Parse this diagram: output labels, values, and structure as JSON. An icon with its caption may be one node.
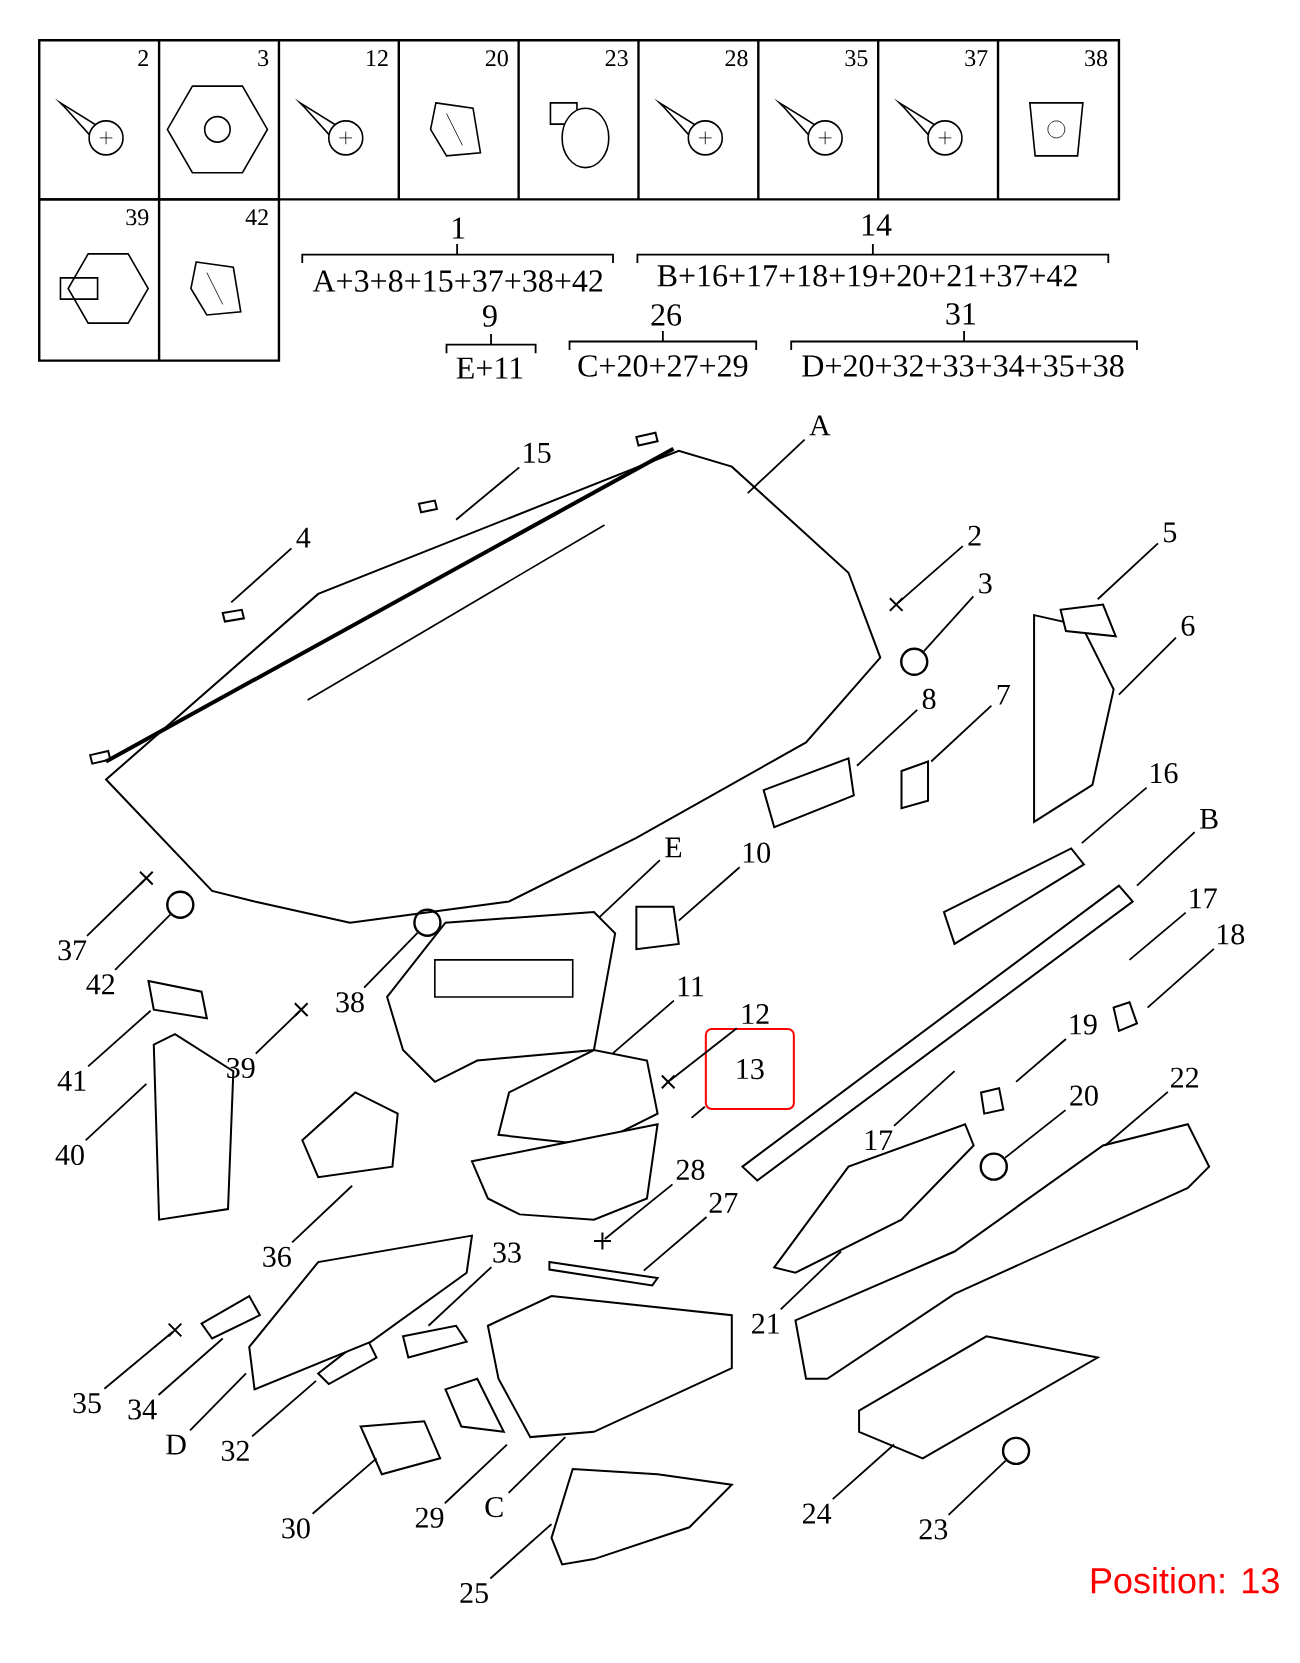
{
  "diagram": {
    "nodes": [
      {
        "text": [
          "15"
        ]
      },
      {
        "text": [
          "A"
        ]
      },
      {
        "text": [
          "4"
        ]
      },
      {
        "text": [
          "2"
        ]
      },
      {
        "text": [
          "3"
        ]
      },
      {
        "text": [
          "5"
        ]
      },
      {
        "text": [
          "6"
        ]
      },
      {
        "text": [
          "8"
        ]
      },
      {
        "text": [
          "7"
        ]
      },
      {
        "text": [
          "16"
        ]
      },
      {
        "text": [
          "B"
        ]
      },
      {
        "text": [
          "E"
        ]
      },
      {
        "text": [
          "10"
        ]
      },
      {
        "text": [
          "17"
        ]
      },
      {
        "text": [
          "18"
        ]
      },
      {
        "text": [
          "37"
        ]
      },
      {
        "text": [
          "42"
        ]
      },
      {
        "text": [
          "38"
        ]
      },
      {
        "text": [
          "39"
        ]
      },
      {
        "text": [
          "41"
        ]
      },
      {
        "text": [
          "11"
        ]
      },
      {
        "text": [
          "12"
        ]
      },
      {
        "text": [
          "13"
        ]
      },
      {
        "text": [
          "19"
        ]
      },
      {
        "text": [
          "40"
        ]
      },
      {
        "text": [
          "17"
        ]
      },
      {
        "text": [
          "20"
        ]
      },
      {
        "text": [
          "22"
        ]
      },
      {
        "text": [
          "28"
        ]
      },
      {
        "text": [
          "27"
        ]
      },
      {
        "text": [
          "36"
        ]
      },
      {
        "text": [
          "33"
        ]
      },
      {
        "text": [
          "21"
        ]
      },
      {
        "text": [
          "35"
        ]
      },
      {
        "text": [
          "34"
        ]
      },
      {
        "text": [
          "D"
        ]
      },
      {
        "text": [
          "32"
        ]
      },
      {
        "text": [
          "30"
        ]
      },
      {
        "text": [
          "29"
        ]
      },
      {
        "text": [
          "C"
        ]
      },
      {
        "text": [
          "24"
        ]
      },
      {
        "text": [
          "23"
        ]
      },
      {
        "text": [
          "25"
        ]
      },
      {
        "text": [],
        "shape": "circle"
      },
      {
        "text": [],
        "shape": "circle"
      },
      {
        "text": [],
        "shape": "circle"
      },
      {
        "text": [],
        "shape": "circle"
      },
      {
        "text": [],
        "shape": "circle"
      },
      {
        "text": [],
        "shape": "cross"
      },
      {
        "text": [],
        "shape": "cross"
      },
      {
        "text": [],
        "shape": "cross"
      },
      {
        "text": [],
        "shape": "cross"
      },
      {
        "text": [],
        "shape": "cross"
      },
      {
        "text": [],
        "shape": "cross"
      }
    ],
    "edges": [
      {
        "from": 0,
        "to": null,
        "arrow": "none"
      },
      {
        "from": 1,
        "to": null,
        "arrow": "none"
      },
      {
        "from": 2,
        "to": null,
        "arrow": "none"
      },
      {
        "from": 3,
        "to": 48,
        "arrow": "none"
      },
      {
        "from": 4,
        "to": 43,
        "arrow": "none"
      },
      {
        "from": 5,
        "to": null,
        "arrow": "none"
      },
      {
        "from": 6,
        "to": null,
        "arrow": "none"
      },
      {
        "from": 7,
        "to": null,
        "arrow": "none"
      },
      {
        "from": 8,
        "to": null,
        "arrow": "none"
      },
      {
        "from": 9,
        "to": null,
        "arrow": "none"
      },
      {
        "from": 10,
        "to": null,
        "arrow": "none"
      },
      {
        "from": 11,
        "to": null,
        "arrow": "none"
      },
      {
        "from": 12,
        "to": null,
        "arrow": "none"
      },
      {
        "from": 13,
        "to": null,
        "arrow": "none"
      },
      {
        "from": 14,
        "to": null,
        "arrow": "none"
      },
      {
        "from": 15,
        "to": 49,
        "arrow": "none"
      },
      {
        "from": 16,
        "to": 44,
        "arrow": "none"
      },
      {
        "from": 17,
        "to": 45,
        "arrow": "none"
      },
      {
        "from": 18,
        "to": 50,
        "arrow": "none"
      },
      {
        "from": 19,
        "to": null,
        "arrow": "none"
      },
      {
        "from": 20,
        "to": null,
        "arrow": "none"
      },
      {
        "from": 21,
        "to": 51,
        "arrow": "none"
      },
      {
        "from": 22,
        "to": null,
        "arrow": "none"
      },
      {
        "from": 23,
        "to": null,
        "arrow": "none"
      },
      {
        "from": 24,
        "to": null,
        "arrow": "none"
      },
      {
        "from": 25,
        "to": null,
        "arrow": "none"
      },
      {
        "from": 26,
        "to": 46,
        "arrow": "none"
      },
      {
        "from": 27,
        "to": null,
        "arrow": "none"
      },
      {
        "from": 28,
        "to": 52,
        "arrow": "none"
      },
      {
        "from": 29,
        "to": null,
        "arrow": "none"
      },
      {
        "from": 30,
        "to": null,
        "arrow": "none"
      },
      {
        "from": 31,
        "to": null,
        "arrow": "none"
      },
      {
        "from": 32,
        "to": null,
        "arrow": "none"
      },
      {
        "from": 33,
        "to": 53,
        "arrow": "none"
      },
      {
        "from": 34,
        "to": null,
        "arrow": "none"
      },
      {
        "from": 35,
        "to": null,
        "arrow": "none"
      },
      {
        "from": 36,
        "to": null,
        "arrow": "none"
      },
      {
        "from": 37,
        "to": null,
        "arrow": "none"
      },
      {
        "from": 38,
        "to": null,
        "arrow": "none"
      },
      {
        "from": 39,
        "to": null,
        "arrow": "none"
      },
      {
        "from": 40,
        "to": null,
        "arrow": "none"
      },
      {
        "from": 41,
        "to": 47,
        "arrow": "none"
      },
      {
        "from": 42,
        "to": null,
        "arrow": "none"
      }
    ],
    "labels": [
      "2",
      "3",
      "12",
      "20",
      "23",
      "28",
      "35",
      "37",
      "38",
      "39",
      "42",
      "1",
      "14",
      "A+3+8+15+37+38+42",
      "B+16+17+18+19+20+21+37+42",
      "9",
      "26",
      "31",
      "E+11",
      "C+20+27+29",
      "D+20+32+33+34+35+38",
      "Position: 13"
    ]
  }
}
